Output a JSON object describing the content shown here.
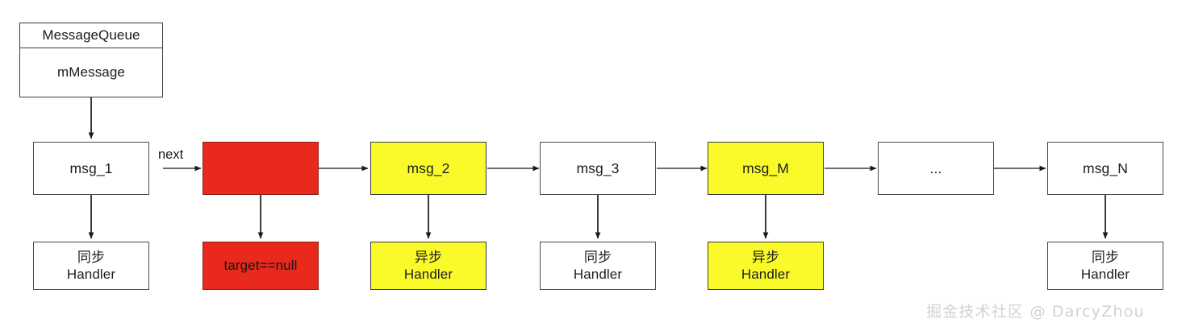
{
  "diagram": {
    "title_box": {
      "class_name": "MessageQueue",
      "field_name": "mMessage"
    },
    "edge_labels": {
      "next": "next"
    },
    "messages": [
      {
        "id": "msg_1",
        "label": "msg_1",
        "color": "white",
        "handler_cn": "同步",
        "handler_en": "Handler",
        "handler_color": "white"
      },
      {
        "id": "barrier",
        "label": "",
        "color": "red",
        "handler_cn": "",
        "handler_en": "target==null",
        "handler_color": "red"
      },
      {
        "id": "msg_2",
        "label": "msg_2",
        "color": "yellow",
        "handler_cn": "异步",
        "handler_en": "Handler",
        "handler_color": "yellow"
      },
      {
        "id": "msg_3",
        "label": "msg_3",
        "color": "white",
        "handler_cn": "同步",
        "handler_en": "Handler",
        "handler_color": "white"
      },
      {
        "id": "msg_M",
        "label": "msg_M",
        "color": "yellow",
        "handler_cn": "异步",
        "handler_en": "Handler",
        "handler_color": "yellow"
      },
      {
        "id": "ellipsis",
        "label": "...",
        "color": "white",
        "handler_cn": "",
        "handler_en": "",
        "handler_color": "none"
      },
      {
        "id": "msg_N",
        "label": "msg_N",
        "color": "white",
        "handler_cn": "同步",
        "handler_en": "Handler",
        "handler_color": "white"
      }
    ],
    "colors": {
      "red": "#e8291c",
      "yellow": "#fafa2a",
      "white": "#ffffff",
      "stroke": "#4a4a4a",
      "text": "#1c1c1c",
      "watermark": "#d2d2d2"
    },
    "watermark": "掘金技术社区 @ DarcyZhou"
  }
}
